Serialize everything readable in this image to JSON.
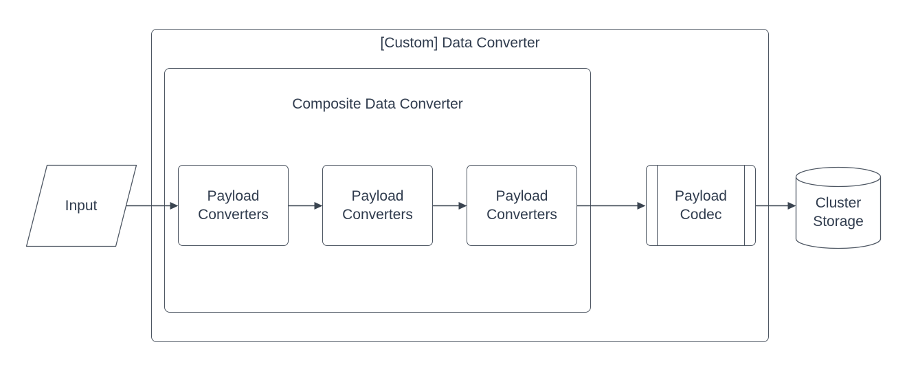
{
  "diagram": {
    "background": "#ffffff",
    "colors": {
      "shape_stroke": "#4d5662",
      "arrow": "#3a4450",
      "text": "#2f3b4d",
      "shape_fill": "#ffffff"
    },
    "containers": {
      "outer": {
        "label": "[Custom] Data Converter"
      },
      "inner": {
        "label": "Composite Data Converter"
      }
    },
    "nodes": {
      "input": {
        "shape": "parallelogram",
        "label": "Input"
      },
      "converter1": {
        "shape": "rounded-rectangle",
        "line1": "Payload",
        "line2": "Converters"
      },
      "converter2": {
        "shape": "rounded-rectangle",
        "line1": "Payload",
        "line2": "Converters"
      },
      "converter3": {
        "shape": "rounded-rectangle",
        "line1": "Payload",
        "line2": "Converters"
      },
      "codec": {
        "shape": "subroutine",
        "line1": "Payload",
        "line2": "Codec"
      },
      "storage": {
        "shape": "cylinder",
        "line1": "Cluster",
        "line2": "Storage"
      }
    },
    "edges": [
      {
        "from": "input",
        "to": "converter1"
      },
      {
        "from": "converter1",
        "to": "converter2"
      },
      {
        "from": "converter2",
        "to": "converter3"
      },
      {
        "from": "converter3",
        "to": "codec"
      },
      {
        "from": "codec",
        "to": "storage"
      }
    ]
  }
}
